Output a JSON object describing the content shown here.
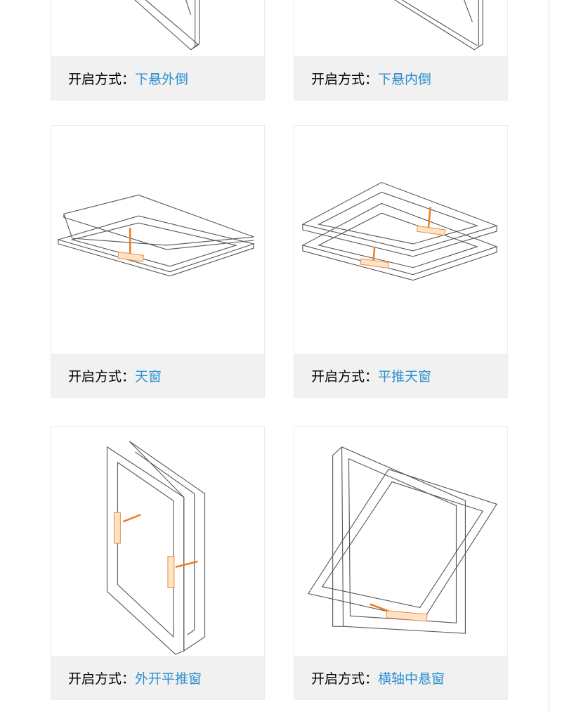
{
  "caption_label": "开启方式：",
  "colors": {
    "accent": "#2d8fd0",
    "hinge": "#f07a1e",
    "caption_bg": "#f1f1f1"
  },
  "cards": [
    {
      "type": "下悬外倒",
      "icon": "bottom-hung-outward-window"
    },
    {
      "type": "下悬内倒",
      "icon": "bottom-hung-inward-window"
    },
    {
      "type": "天窗",
      "icon": "skylight-window"
    },
    {
      "type": "平推天窗",
      "icon": "parallel-push-skylight-window"
    },
    {
      "type": "外开平推窗",
      "icon": "outward-parallel-push-window"
    },
    {
      "type": "横轴中悬窗",
      "icon": "horizontal-pivot-window"
    }
  ]
}
